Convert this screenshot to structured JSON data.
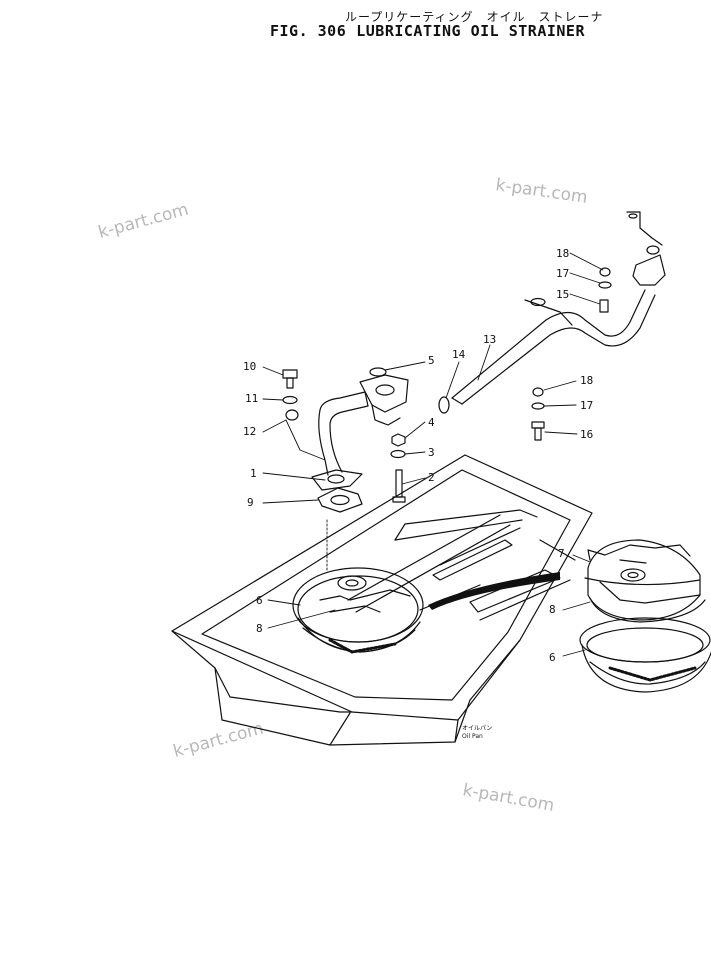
{
  "title": {
    "japanese": "ループリケーティング　オイル　ストレーナ",
    "fig": "FIG. 306",
    "name": "LUBRICATING OIL STRAINER"
  },
  "watermark": "k-part.com",
  "oil_pan_label": {
    "japanese": "オイルパン",
    "english": "Oil Pan"
  },
  "callouts": [
    "1",
    "2",
    "3",
    "4",
    "5",
    "6",
    "6",
    "7",
    "8",
    "8",
    "9",
    "10",
    "11",
    "12",
    "13",
    "14",
    "15",
    "16",
    "17",
    "17",
    "18",
    "18"
  ]
}
